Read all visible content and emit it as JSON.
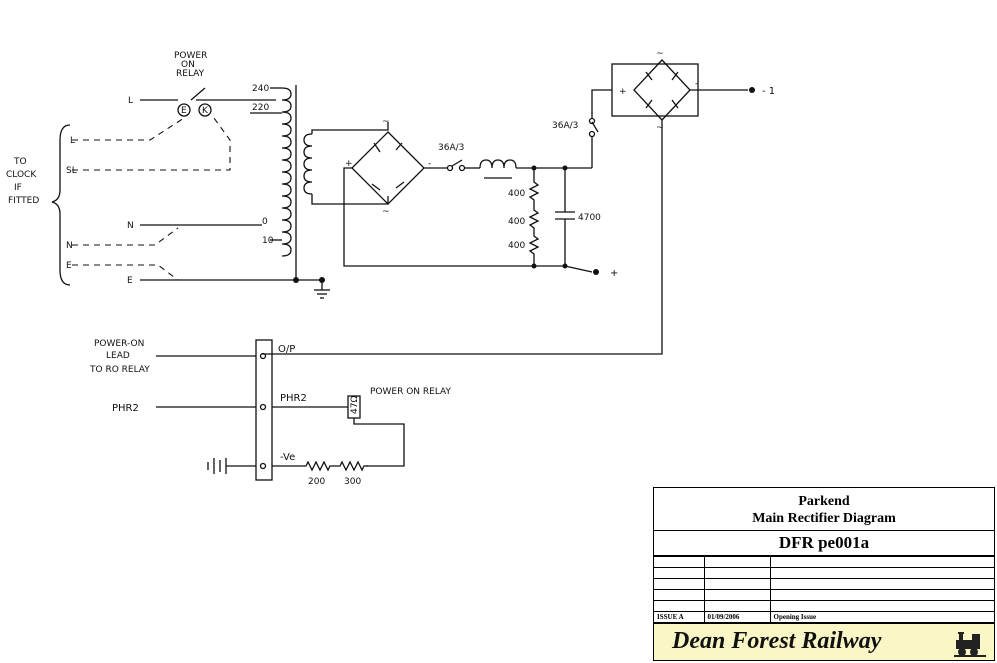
{
  "labels": {
    "power_on_relay_top": [
      "POWER",
      "ON",
      "RELAY"
    ],
    "tap_240": "240",
    "tap_220": "220",
    "tap_0": "0",
    "tap_10": "10",
    "contact_e": "E",
    "contact_k": "K",
    "in_l_top": "L",
    "in_l": "L",
    "in_sl": "SL",
    "in_n_top": "N",
    "in_n": "N",
    "in_e": "E",
    "in_e_bottom": "E",
    "clock_note": [
      "TO",
      "CLOCK",
      "IF",
      "FITTED"
    ],
    "fuse_1": "36A/3",
    "fuse_2": "36A/3",
    "res_1": "400",
    "res_2": "400",
    "res_3": "400",
    "cap": "4700",
    "out_minus": "- 1",
    "out_plus": "+",
    "bridge_ac_top": "~",
    "bridge_ac_bottom": "~",
    "bridge_plus": "+",
    "bridge_minus": "-",
    "power_on_lead": [
      "POWER-ON",
      "LEAD",
      "TO RO RELAY"
    ],
    "phr2_left": "PHR2",
    "term_op": "O/P",
    "term_phr2": "PHR2",
    "term_ve": "-Ve",
    "relay_label": "POWER ON RELAY",
    "relay_value": "47Ω",
    "res_200": "200",
    "res_300": "300"
  },
  "title_block": {
    "location": "Parkend",
    "title": "Main Rectifier Diagram",
    "drawing_no": "DFR pe001a",
    "issue": "ISSUE A",
    "date": "01/09/2006",
    "description": "Opening Issue",
    "railway": "Dean Forest Railway"
  }
}
